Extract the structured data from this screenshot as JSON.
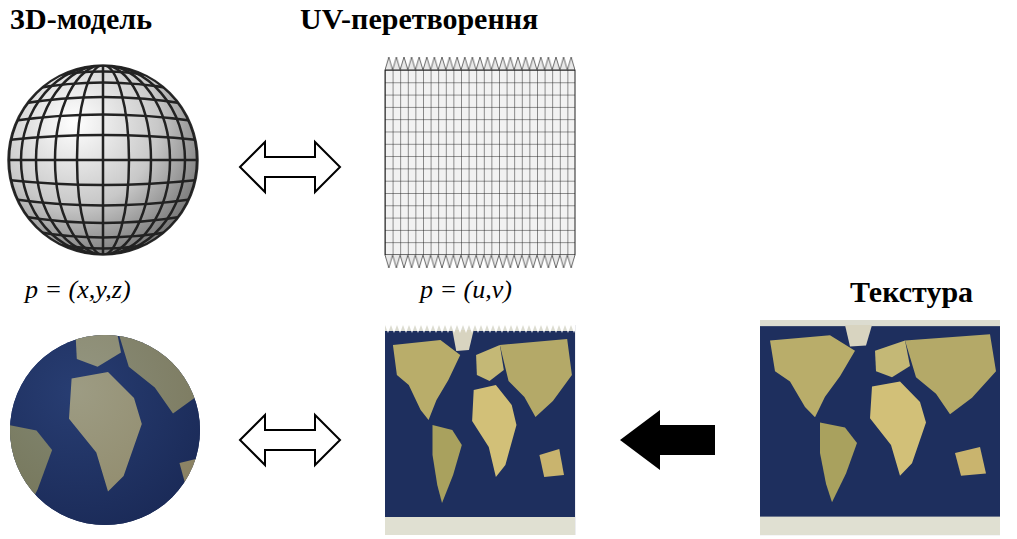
{
  "diagram": {
    "labels": [
      "3D-модель",
      "UV-перетворення",
      "p = (x,y,z)",
      "p = (u,v)",
      "Текстура"
    ]
  }
}
